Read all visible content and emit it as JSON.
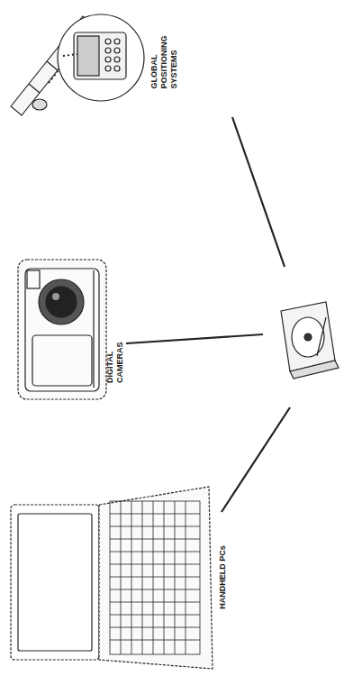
{
  "diagram": {
    "labels": [
      "HANDHELD PCs",
      "DIGITAL CAMERAS",
      "GLOBAL POSITIONING SYSTEMS"
    ]
  }
}
